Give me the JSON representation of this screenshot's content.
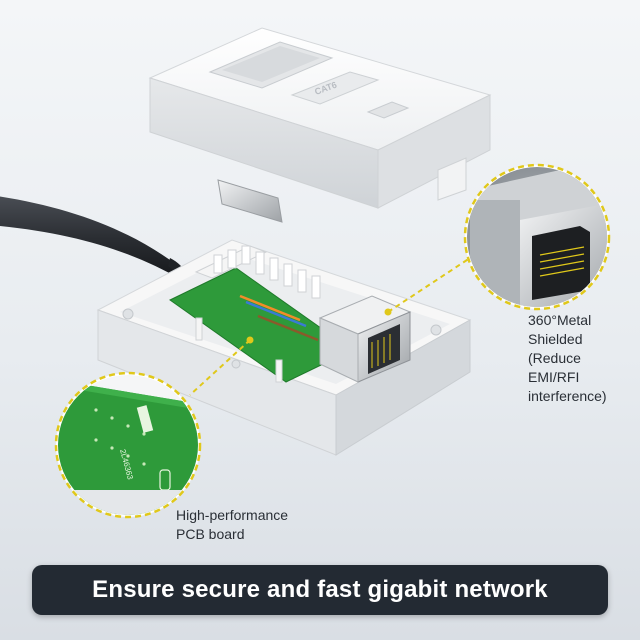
{
  "product_image": {
    "cover_marking": "CAT6",
    "pcb_marking": "2L46363",
    "pcb_color": "#2e9a3a",
    "housing_color": "#f7f7f7",
    "callout_color": "#e0c81a",
    "cable_color": "#2b2e33"
  },
  "callouts": {
    "metal_shield": {
      "lines": [
        "360°Metal",
        "Shielded",
        "(Reduce",
        "EMI/RFI",
        "interference)"
      ]
    },
    "pcb_board": {
      "lines": [
        "High-performance",
        "PCB board"
      ]
    }
  },
  "banner": {
    "text": "Ensure secure and fast gigabit network",
    "background": "#232a33"
  }
}
